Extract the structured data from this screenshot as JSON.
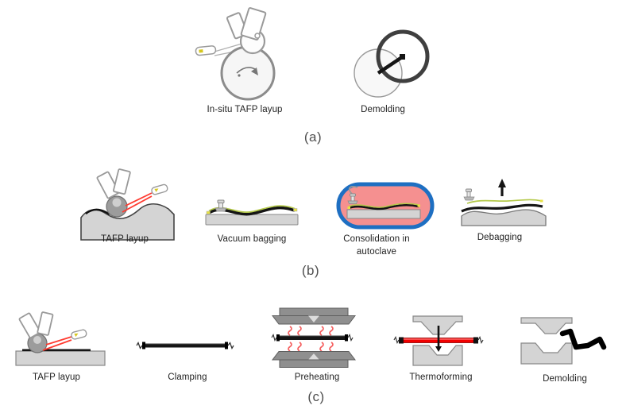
{
  "figure": {
    "rows": {
      "a": {
        "letter": "(a)",
        "steps": [
          {
            "name": "in-situ-tafp-layup",
            "caption": "In-situ TAFP layup"
          },
          {
            "name": "demolding",
            "caption": "Demolding"
          }
        ]
      },
      "b": {
        "letter": "(b)",
        "steps": [
          {
            "name": "tafp-layup",
            "caption": "TAFP layup"
          },
          {
            "name": "vacuum-bagging",
            "caption": "Vacuum bagging"
          },
          {
            "name": "consolidation-in-autoclave",
            "caption": "Consolidation in autoclave"
          },
          {
            "name": "debagging",
            "caption": "Debagging"
          }
        ]
      },
      "c": {
        "letter": "(c)",
        "steps": [
          {
            "name": "tafp-layup",
            "caption": "TAFP layup"
          },
          {
            "name": "clamping",
            "caption": "Clamping"
          },
          {
            "name": "preheating",
            "caption": "Preheating"
          },
          {
            "name": "thermoforming",
            "caption": "Thermoforming"
          },
          {
            "name": "demolding",
            "caption": "Demolding"
          }
        ]
      }
    },
    "colors": {
      "tool_gray": "#d4d4d4",
      "dark_platen_gray": "#8f8f8f",
      "laser_red": "#ff3b30",
      "heated_red": "#f20000",
      "heat_wave_red": "#f56060",
      "bag_green": "#b4c94a",
      "sealant_yellow": "#e8e243",
      "autoclave_blue": "#1e6fc2",
      "autoclave_pink": "#f59090"
    }
  }
}
